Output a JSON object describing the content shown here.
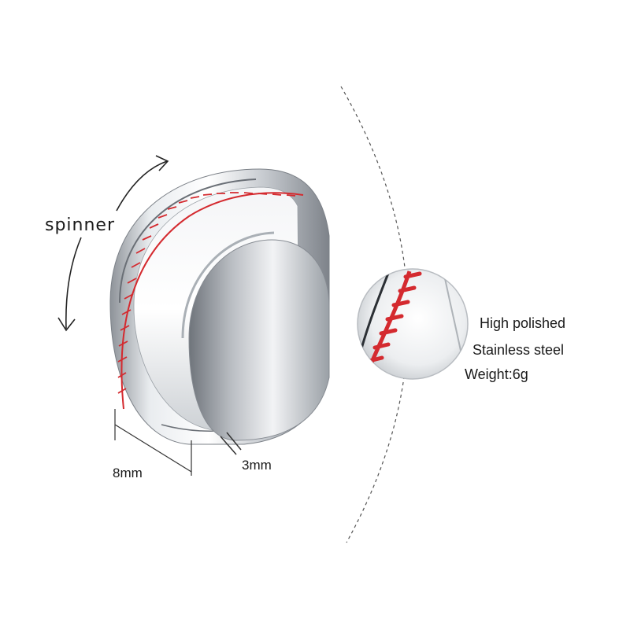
{
  "product": {
    "spinner_label": "spinner",
    "width_dimension": "8mm",
    "thickness_dimension": "3mm",
    "features": [
      "High polished",
      "Stainless steel",
      "Weight:6g"
    ]
  },
  "colors": {
    "background": "#ffffff",
    "steel": "#c9cdd2",
    "stitch": "#d42a2f",
    "text": "#1a1a1a"
  }
}
